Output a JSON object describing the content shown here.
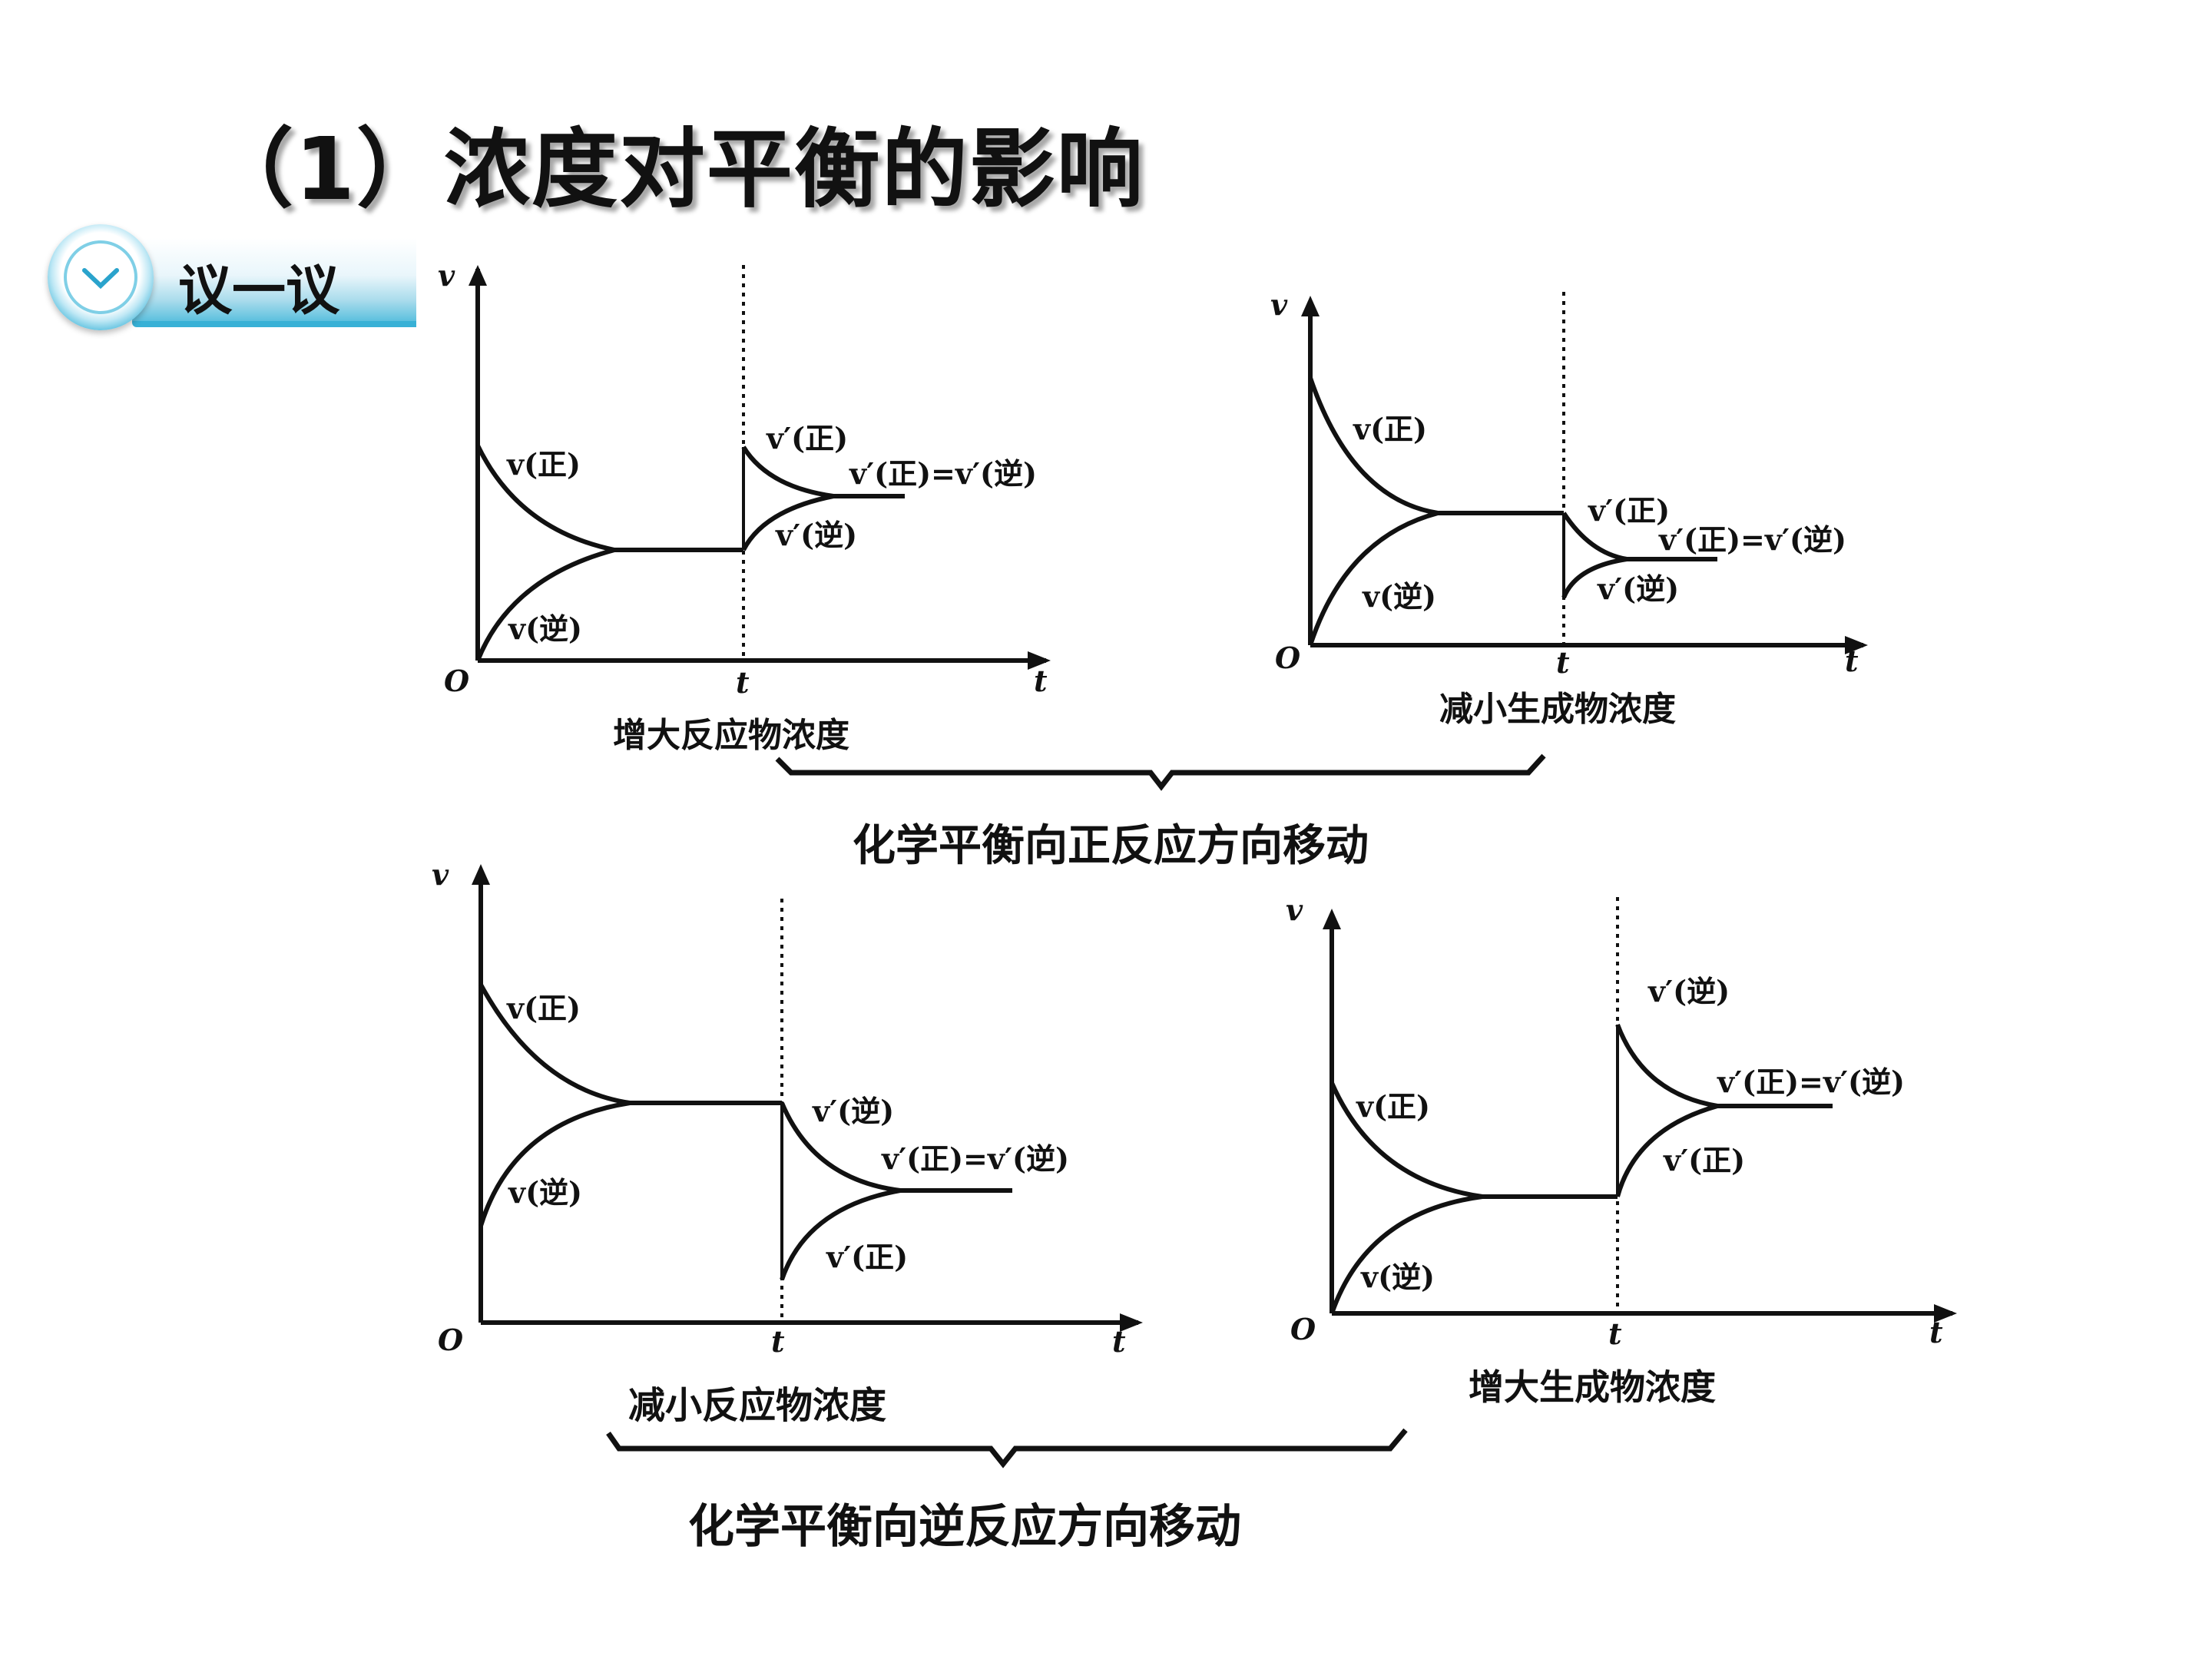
{
  "title": "（1）浓度对平衡的影响",
  "badge": {
    "label": "议一议",
    "icon": "clock-icon"
  },
  "colors": {
    "accent": "#38b1d6",
    "ink": "#111111"
  },
  "axes": {
    "v": "v",
    "t": "t",
    "origin": "O"
  },
  "graphs": [
    {
      "caption": "增大反应物浓度",
      "labels": {
        "fwd": "v(正)",
        "rev": "v(逆)",
        "fwd2": "v′(正)",
        "rev2": "v′(逆)",
        "eq": "v′(正)=v′(逆)"
      }
    },
    {
      "caption": "减小生成物浓度",
      "labels": {
        "fwd": "v(正)",
        "rev": "v(逆)",
        "fwd2": "v′(正)",
        "rev2": "v′(逆)",
        "eq": "v′(正)=v′(逆)"
      }
    },
    {
      "caption": "减小反应物浓度",
      "labels": {
        "fwd": "v(正)",
        "rev": "v(逆)",
        "fwd2": "v′(正)",
        "rev2": "v′(逆)",
        "eq": "v′(正)=v′(逆)"
      }
    },
    {
      "caption": "增大生成物浓度",
      "labels": {
        "fwd": "v(正)",
        "rev": "v(逆)",
        "fwd2": "v′(正)",
        "rev2": "v′(逆)",
        "eq": "v′(正)=v′(逆)"
      }
    }
  ],
  "conclusions": {
    "forward": "化学平衡向正反应方向移动",
    "reverse": "化学平衡向逆反应方向移动"
  }
}
